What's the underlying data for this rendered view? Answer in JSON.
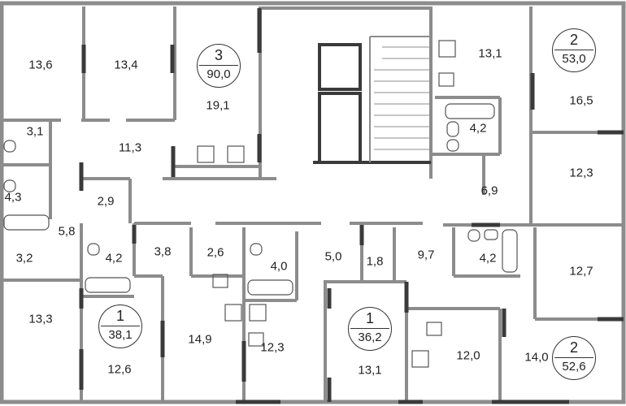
{
  "colors": {
    "wall": "#8c8c8c",
    "wall_dark": "#3a3a3a",
    "fixture": "#555555"
  },
  "apartments": [
    {
      "rooms": "3",
      "area": "90,0"
    },
    {
      "rooms": "2",
      "area": "53,0"
    },
    {
      "rooms": "1",
      "area": "38,1"
    },
    {
      "rooms": "1",
      "area": "36,2"
    },
    {
      "rooms": "2",
      "area": "52,6"
    }
  ],
  "room_areas": [
    "13,6",
    "13,4",
    "19,1",
    "3,1",
    "11,3",
    "4,3",
    "2,9",
    "5,8",
    "3,2",
    "4,2",
    "3,8",
    "2,6",
    "4,0",
    "5,0",
    "1,8",
    "9,7",
    "4,2",
    "12,7",
    "13,3",
    "12,6",
    "14,9",
    "12,3",
    "13,1",
    "12,0",
    "14,0",
    "13,1",
    "16,5",
    "4,2",
    "12,3",
    "6,9"
  ]
}
